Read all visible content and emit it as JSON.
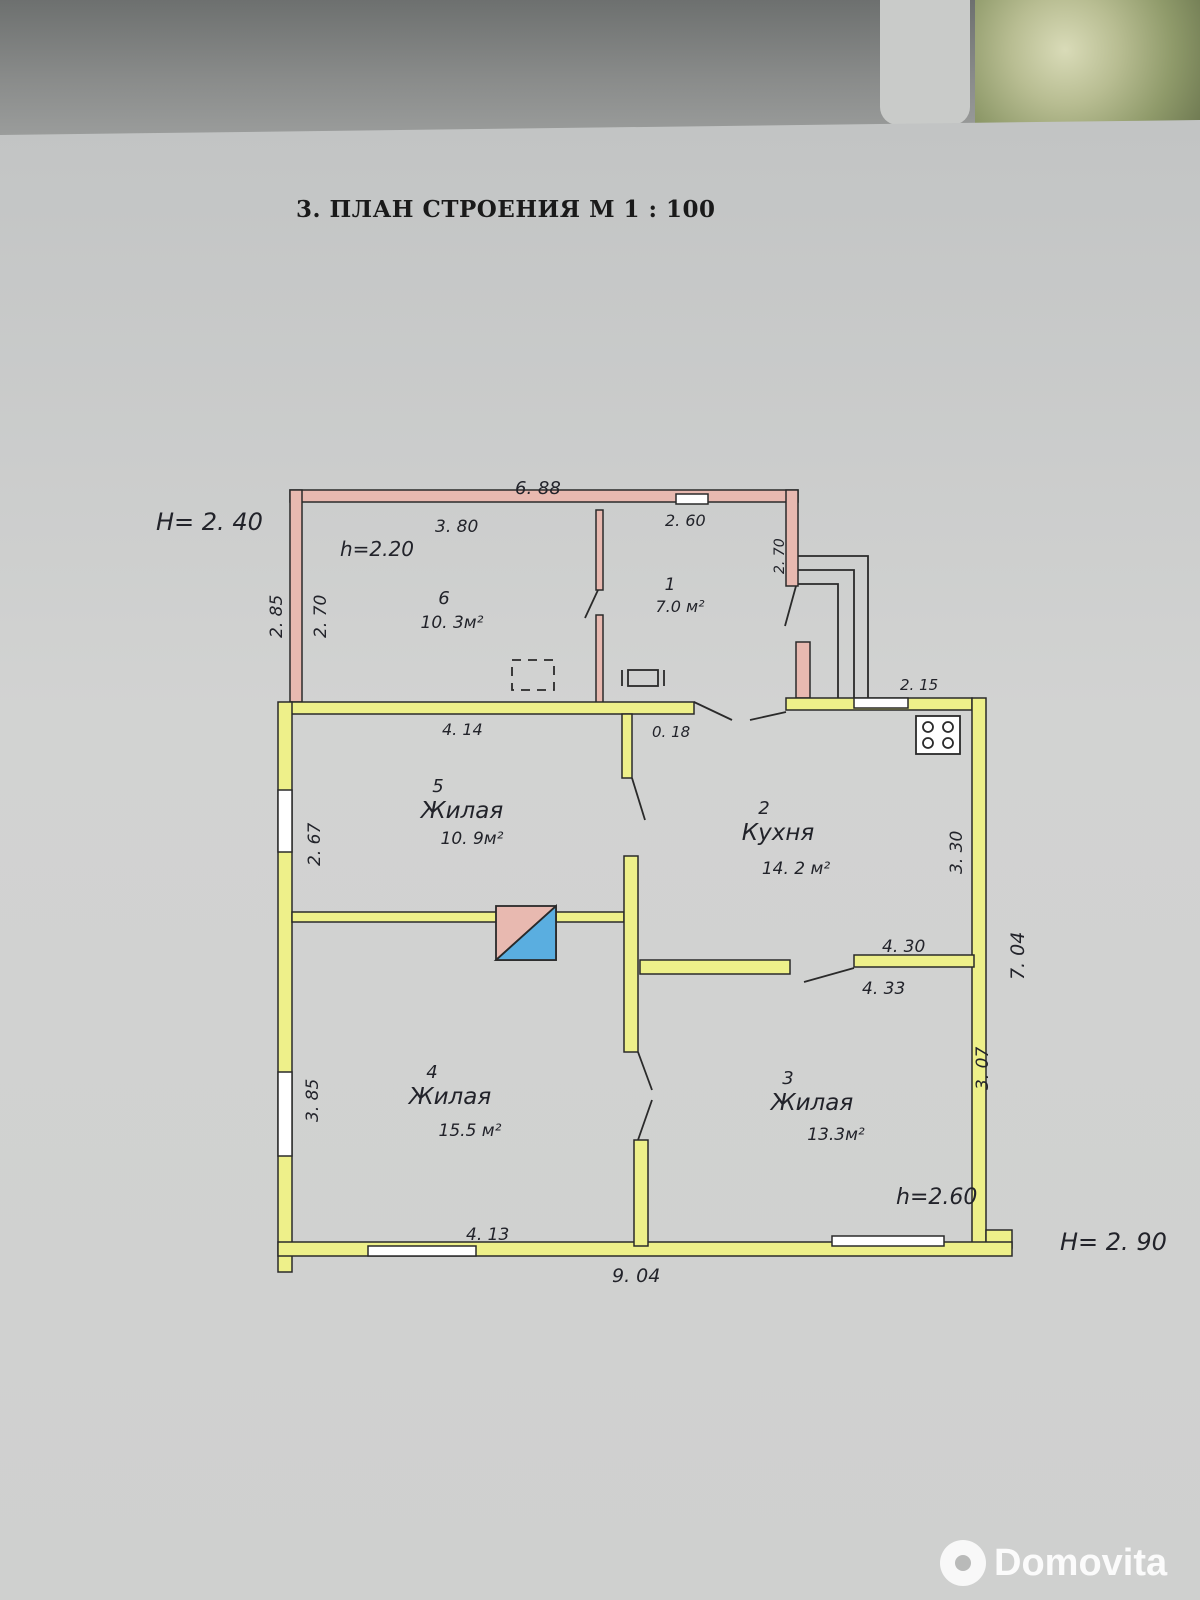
{
  "title": "3. ПЛАН СТРОЕНИЯ М 1 : 100",
  "heights": {
    "outer_left": "H= 2. 40",
    "outer_right": "H= 2. 90",
    "room_6": "h=2.20",
    "room_3": "h=2.60"
  },
  "dimensions": {
    "top_total": "6. 88",
    "top_left": "3. 80",
    "top_right": "2. 60",
    "left_outer_upper": "2. 85",
    "left_inner_upper": "2. 70",
    "vert_room1": "2. 70",
    "corridor_right": "2. 15",
    "mid_left": "4. 14",
    "mid_door": "0. 18",
    "left_room5": "2. 67",
    "right_kitchen": "3. 30",
    "mid_right_upper": "4. 30",
    "mid_right_lower": "4. 33",
    "right_total": "7. 04",
    "right_room3": "3. 07",
    "left_room4": "3. 85",
    "bottom_inner": "4. 13",
    "bottom_total": "9. 04"
  },
  "rooms": [
    {
      "number": "6",
      "name": "",
      "area": "10. 3м²"
    },
    {
      "number": "1",
      "name": "",
      "area": "7.0 м²"
    },
    {
      "number": "5",
      "name": "Жилая",
      "area": "10. 9м²"
    },
    {
      "number": "2",
      "name": "Кухня",
      "area": "14. 2 м²"
    },
    {
      "number": "4",
      "name": "Жилая",
      "area": "15.5 м²"
    },
    {
      "number": "3",
      "name": "Жилая",
      "area": "13.3м²"
    }
  ],
  "colors": {
    "extension_wall": "#e8b9b0",
    "main_wall": "#eef08a",
    "stove_fill": "#5aaee0"
  },
  "watermark": "Domovita"
}
